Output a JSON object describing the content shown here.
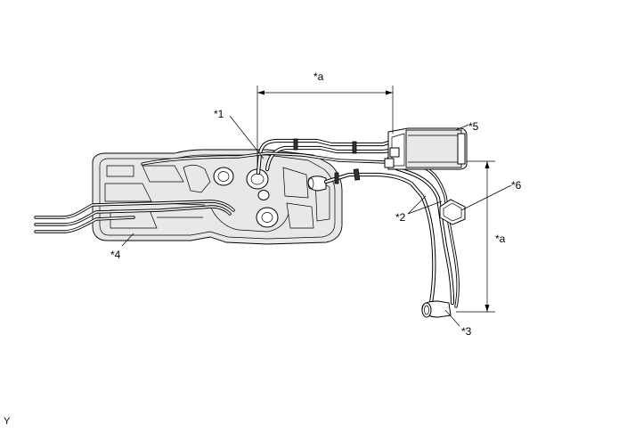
{
  "labels": {
    "dim_top": "*a",
    "dim_right": "*a",
    "callout_1": "*1",
    "callout_2": "*2",
    "callout_3": "*3",
    "callout_4": "*4",
    "callout_5": "*5",
    "callout_6": "*6",
    "corner_code": "Y"
  }
}
